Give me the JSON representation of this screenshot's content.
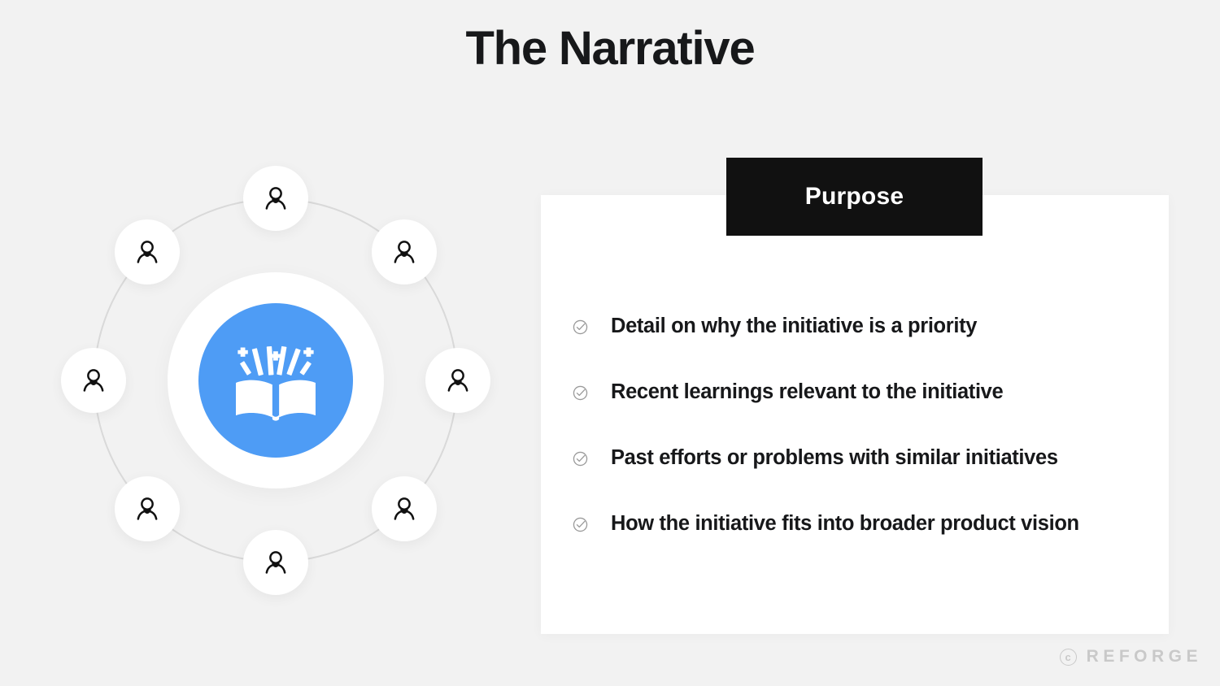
{
  "slide": {
    "title": "The Narrative",
    "background_color": "#f2f2f2"
  },
  "panel": {
    "tab_label": "Purpose",
    "tab_bg_color": "#111111",
    "tab_text_color": "#ffffff",
    "card_bg_color": "#ffffff",
    "bullet_icon_name": "check-circle-icon",
    "bullets": [
      {
        "text": "Detail on why the initiative is a priority"
      },
      {
        "text": "Recent learnings relevant to the initiative"
      },
      {
        "text": "Past efforts or problems with similar initiatives"
      },
      {
        "text": "How the initiative fits into broader product vision"
      }
    ]
  },
  "diagram": {
    "accent_color": "#4e9cf5",
    "ring_color": "#d9d9d9",
    "center_icon_name": "open-book-sparkle-icon",
    "node_icon_name": "person-icon",
    "node_count": 8,
    "nodes": [
      {
        "label": "person-node-top",
        "angle_deg": 270
      },
      {
        "label": "person-node-top-right",
        "angle_deg": 315
      },
      {
        "label": "person-node-right",
        "angle_deg": 0
      },
      {
        "label": "person-node-bottom-right",
        "angle_deg": 45
      },
      {
        "label": "person-node-bottom",
        "angle_deg": 90
      },
      {
        "label": "person-node-bottom-left",
        "angle_deg": 135
      },
      {
        "label": "person-node-left",
        "angle_deg": 180
      },
      {
        "label": "person-node-top-left",
        "angle_deg": 225
      }
    ]
  },
  "footer": {
    "copyright_symbol": "c",
    "brand": "REFORGE",
    "color": "#c9c9c9"
  }
}
